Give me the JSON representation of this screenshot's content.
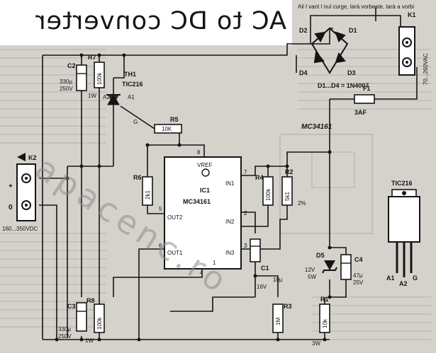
{
  "title": "AC to DC converter",
  "watermark": "apacenc.ro",
  "background_text": {
    "section_title": "MC34161",
    "right_note": "Ali l vant l nul curge, larà vorbeste, larà a vorbi"
  },
  "components": {
    "k1": {
      "name": "K1",
      "label": "70...260VAC"
    },
    "k2": {
      "name": "K2",
      "label": "160...350VDC",
      "plus": "+",
      "zero": "0"
    },
    "bridge": {
      "d1": "D1",
      "d2": "D2",
      "d3": "D3",
      "d4": "D4",
      "note": "D1...D4 = 1N4007"
    },
    "f1": {
      "name": "F1",
      "value": "3AF"
    },
    "c2": {
      "name": "C2",
      "value": "330µ\n250V"
    },
    "c3": {
      "name": "C3",
      "value": "330µ\n250V"
    },
    "r7": {
      "name": "R7",
      "value": "100k",
      "power": "1W"
    },
    "r8": {
      "name": "R8",
      "value": "100k",
      "power": "1W"
    },
    "th1": {
      "name": "TH1",
      "part": "TIC216",
      "a2": "A2",
      "a1": "A1",
      "g": "G"
    },
    "r5": {
      "name": "R5",
      "value": "10K"
    },
    "r6": {
      "name": "R6",
      "value": "2k1"
    },
    "r4": {
      "name": "R4",
      "value": "100k"
    },
    "r2": {
      "name": "R2",
      "value": "5k1",
      "extra": "2%"
    },
    "r3": {
      "name": "R3",
      "value": "1M"
    },
    "r1": {
      "name": "R1",
      "value": "10k",
      "power": "3W"
    },
    "c1": {
      "name": "C1",
      "value": "10µ\n16V"
    },
    "c4": {
      "name": "C4",
      "value": "47µ\n25V"
    },
    "d5": {
      "name": "D5",
      "value": "12V\n5W"
    },
    "ic1": {
      "name": "IC1",
      "part": "MC34161",
      "pins": {
        "vref": "VREF",
        "in1": "IN1",
        "in2": "IN2",
        "in3": "IN3",
        "out1": "OUT1",
        "out2": "OUT2",
        "n8": "8",
        "n7": "7",
        "n2": "2",
        "n3": "3",
        "n6": "6",
        "n5": "5",
        "n4": "4",
        "n1": "1"
      }
    },
    "package": {
      "part": "TIC216",
      "a1": "A1",
      "a2": "A2",
      "g": "G"
    }
  }
}
